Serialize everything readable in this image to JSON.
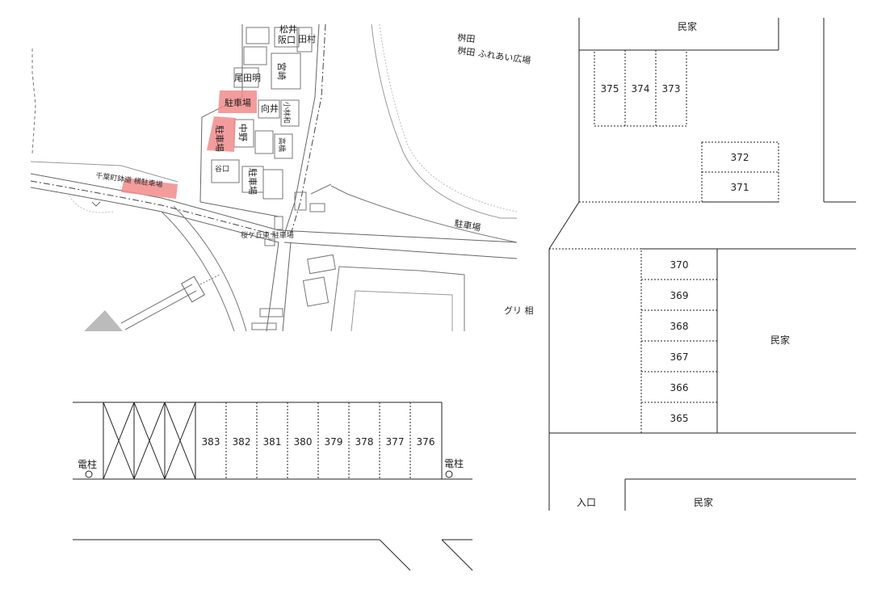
{
  "location_map": {
    "labels": {
      "plaza": "桝田 ふれあい広場",
      "parking_right": "駐車場",
      "parking_lot_a": "駐車場",
      "parking_lot_b": "駐車場",
      "parking_mid": "駐車場",
      "chiba_parking": "千葉町鉢道 横駐車場",
      "sakuragaoka_parking": "桜ケ丘東 駐車場",
      "house_matsui": "松井",
      "house_sakaguchi": "阪口",
      "house_tamura": "田村",
      "house_miyazaki": "宮崎",
      "house_odagiri": "尾田明",
      "house_mukai": "向井",
      "house_nakano": "中野",
      "house_taniguchi": "谷口",
      "house_kobayashi": "小林和",
      "house_takahashi": "高橋",
      "partial_right": "グリ 相"
    },
    "highlight_color": "#f28b8b"
  },
  "lot_bottom": {
    "spaces": [
      "383",
      "382",
      "381",
      "380",
      "379",
      "378",
      "377",
      "376"
    ],
    "crossed_count": 3,
    "pole_label_left": "電柱",
    "pole_label_right": "電柱"
  },
  "lot_right": {
    "top_house": "民家",
    "top_row": [
      "375",
      "374",
      "373"
    ],
    "side_spaces": [
      "372",
      "371"
    ],
    "column_spaces": [
      "370",
      "369",
      "368",
      "367",
      "366",
      "365"
    ],
    "middle_house": "民家",
    "entrance": "入口",
    "bottom_house": "民家"
  }
}
